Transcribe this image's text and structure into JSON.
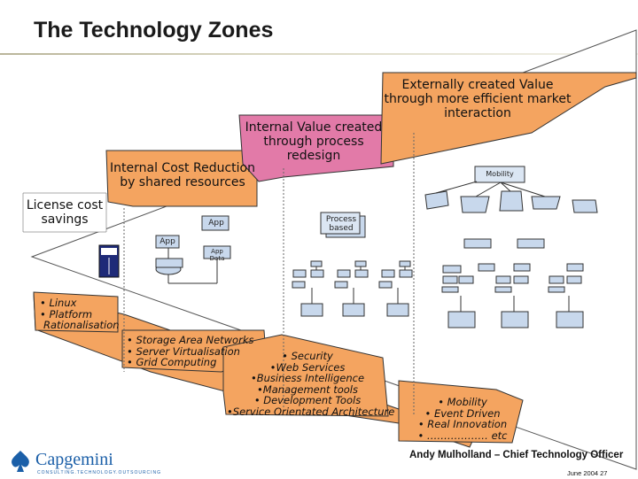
{
  "title": "The Technology Zones",
  "zones": {
    "license": "License cost savings",
    "internal_cost": "Internal Cost Reduction by shared resources",
    "internal_value": "Internal Value created through process redesign",
    "external": "Externally created Value through more efficient market interaction"
  },
  "lists": {
    "zone1": [
      "• Linux",
      "• Platform",
      "Rationalisation"
    ],
    "zone2": [
      "• Storage Area Networks",
      "• Server Virtualisation",
      "• Grid Computing"
    ],
    "zone3": [
      "• Security",
      "•Web Services",
      "•Business Intelligence",
      "•Management tools",
      "• Development Tools",
      "•Service Orientated Architecture"
    ],
    "zone4": [
      "• Mobility",
      "• Event Driven",
      "• Real Innovation",
      "• ……………… etc"
    ]
  },
  "boxes": {
    "app": "App",
    "app_data": "App Data",
    "process_based": "Process based",
    "mobility": "Mobility"
  },
  "footer": {
    "author": "Andy Mulholland – Chief Technology Officer",
    "date": "June 2004 27",
    "logo": "Capgemini",
    "logo_sub": "CONSULTING.TECHNOLOGY.OUTSOURCING"
  },
  "colors": {
    "orange": "#f4a460",
    "pink": "#e27aa8",
    "outline": "#333333"
  }
}
